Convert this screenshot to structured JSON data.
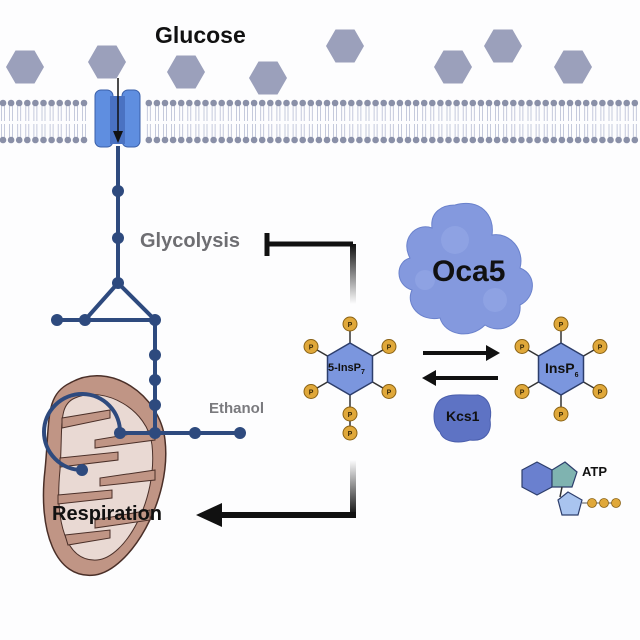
{
  "title": "InsP7 regulation of glycolysis and respiration",
  "labels": {
    "glucose": "Glucose",
    "glycolysis": "Glycolysis",
    "ethanol": "Ethanol",
    "respiration": "Respiration",
    "oca5": "Oca5",
    "kcs1": "Kcs1",
    "atp": "ATP",
    "insp7": {
      "base": "5-InsP",
      "sub": "7"
    },
    "insp6": {
      "base": "InsP",
      "sub": "6"
    },
    "phosphate": "P"
  },
  "colors": {
    "glucose_hex": "#9ba0bb",
    "membrane_head": "#8a90a8",
    "membrane_tail": "#b7bdd4",
    "transporter": "#5f8ee0",
    "pathway": "#2e4a7e",
    "phosphate": "#e0a83a",
    "inositol": "#7b96de",
    "oca5": "#8499de",
    "kcs1": "#5e73c4",
    "mito_outer": "#c09585",
    "mito_inner": "#e9d9d3",
    "arrow": "#111111"
  },
  "relations": [
    {
      "from": "5-InsP7",
      "to": "Glycolysis",
      "type": "inhibition"
    },
    {
      "from": "5-InsP7",
      "to": "Respiration",
      "type": "activation"
    },
    {
      "from": "5-InsP7",
      "to": "InsP6",
      "type": "conversion"
    },
    {
      "from": "InsP6",
      "to": "5-InsP7",
      "type": "conversion"
    }
  ]
}
